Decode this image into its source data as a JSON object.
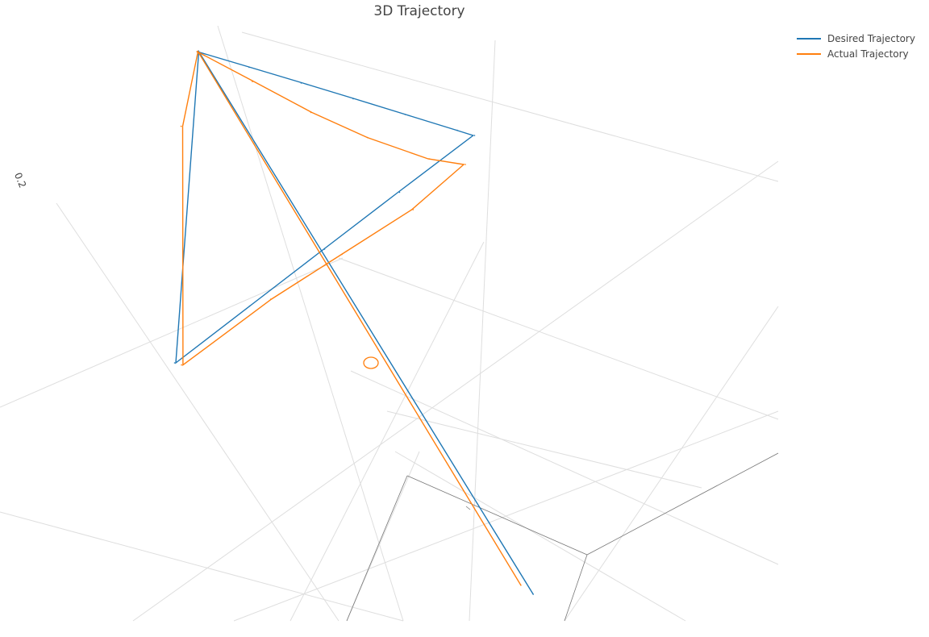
{
  "chart_data": {
    "type": "line",
    "title": "3D Trajectory",
    "tick_labels": [
      "0.2"
    ],
    "legend_placement": "top-right",
    "series": [
      {
        "name": "Desired Trajectory",
        "color": "#1f77b4",
        "points": [
          [
            -0.2,
            0.9,
            0.22
          ],
          [
            -0.05,
            0.9,
            0.22
          ],
          [
            0.1,
            0.9,
            0.22
          ],
          [
            0.25,
            0.9,
            0.22
          ],
          [
            0.4,
            0.9,
            0.22
          ],
          [
            0.55,
            0.9,
            0.22
          ],
          [
            0.6,
            0.9,
            0.22
          ],
          [
            0.45,
            0.6,
            0.22
          ],
          [
            0.3,
            0.3,
            0.22
          ],
          [
            0.15,
            0.0,
            0.22
          ],
          [
            0.0,
            -0.3,
            0.22
          ],
          [
            -0.2,
            0.9,
            0.22
          ],
          [
            0.42,
            0.0,
            -0.4
          ]
        ]
      },
      {
        "name": "Actual Trajectory",
        "color": "#ff7f0e",
        "points": [
          [
            -0.2,
            0.9,
            0.22
          ],
          [
            -0.03,
            0.85,
            0.22
          ],
          [
            0.15,
            0.8,
            0.22
          ],
          [
            0.32,
            0.77,
            0.22
          ],
          [
            0.5,
            0.76,
            0.22
          ],
          [
            0.6,
            0.78,
            0.22
          ],
          [
            0.5,
            0.55,
            0.22
          ],
          [
            0.35,
            0.3,
            0.22
          ],
          [
            0.2,
            0.05,
            0.22
          ],
          [
            0.02,
            -0.3,
            0.22
          ],
          [
            -0.18,
            0.6,
            0.22
          ],
          [
            -0.2,
            0.9,
            0.22
          ],
          [
            0.38,
            0.02,
            -0.4
          ]
        ]
      }
    ],
    "grid": true
  }
}
